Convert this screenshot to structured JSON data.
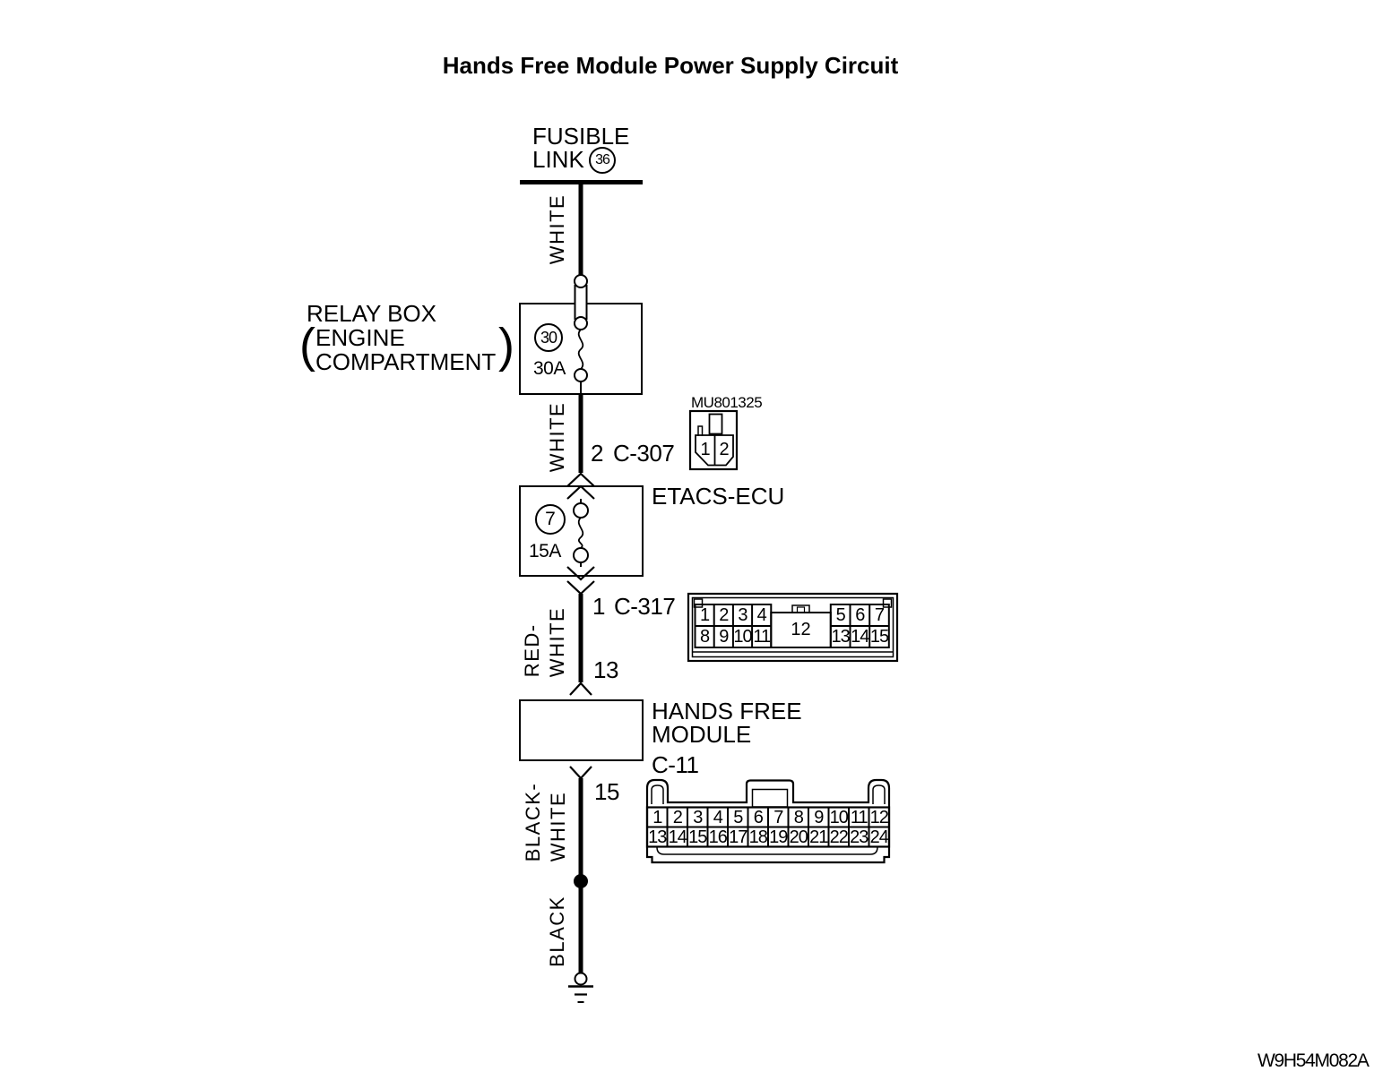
{
  "title": "Hands Free Module Power Supply Circuit",
  "figure_code": "W9H54M082A",
  "fusible_link": {
    "line1": "FUSIBLE",
    "line2": "LINK",
    "number": "36"
  },
  "relay_box": {
    "line1": "RELAY BOX",
    "line2": "ENGINE",
    "line3": "COMPARTMENT",
    "paren_open": "(",
    "paren_close": ")",
    "fuse_number": "30",
    "fuse_rating": "30A"
  },
  "etacs_ecu": {
    "name": "ETACS-ECU",
    "fuse_number": "7",
    "fuse_rating": "15A"
  },
  "hands_free_module": {
    "line1": "HANDS FREE",
    "line2": "MODULE"
  },
  "wires": {
    "segment1_color": "WHITE",
    "segment2_color": "WHITE",
    "segment3_color_line1": "RED-",
    "segment3_color_line2": "WHITE",
    "segment4_color_line1": "BLACK-",
    "segment4_color_line2": "WHITE",
    "segment5_color": "BLACK"
  },
  "connectors": {
    "c307": {
      "wire_pin": "2",
      "code": "C-307",
      "part_number": "MU801325",
      "pins": [
        "1",
        "2"
      ]
    },
    "c317": {
      "wire_pin": "1",
      "code": "C-317",
      "module_pin": "13",
      "left_top": [
        "1",
        "2",
        "3",
        "4"
      ],
      "left_bottom": [
        "8",
        "9",
        "10",
        "11"
      ],
      "center_pin": "12",
      "right_top": [
        "5",
        "6",
        "7"
      ],
      "right_bottom": [
        "13",
        "14",
        "15"
      ]
    },
    "c11": {
      "code": "C-11",
      "module_pin": "15",
      "row1": [
        "1",
        "2",
        "3",
        "4",
        "5",
        "6",
        "7",
        "8",
        "9",
        "10",
        "11",
        "12"
      ],
      "row2": [
        "13",
        "14",
        "15",
        "16",
        "17",
        "18",
        "19",
        "20",
        "21",
        "22",
        "23",
        "24"
      ]
    }
  },
  "colors": {
    "line": "#000000",
    "background": "#ffffff"
  }
}
